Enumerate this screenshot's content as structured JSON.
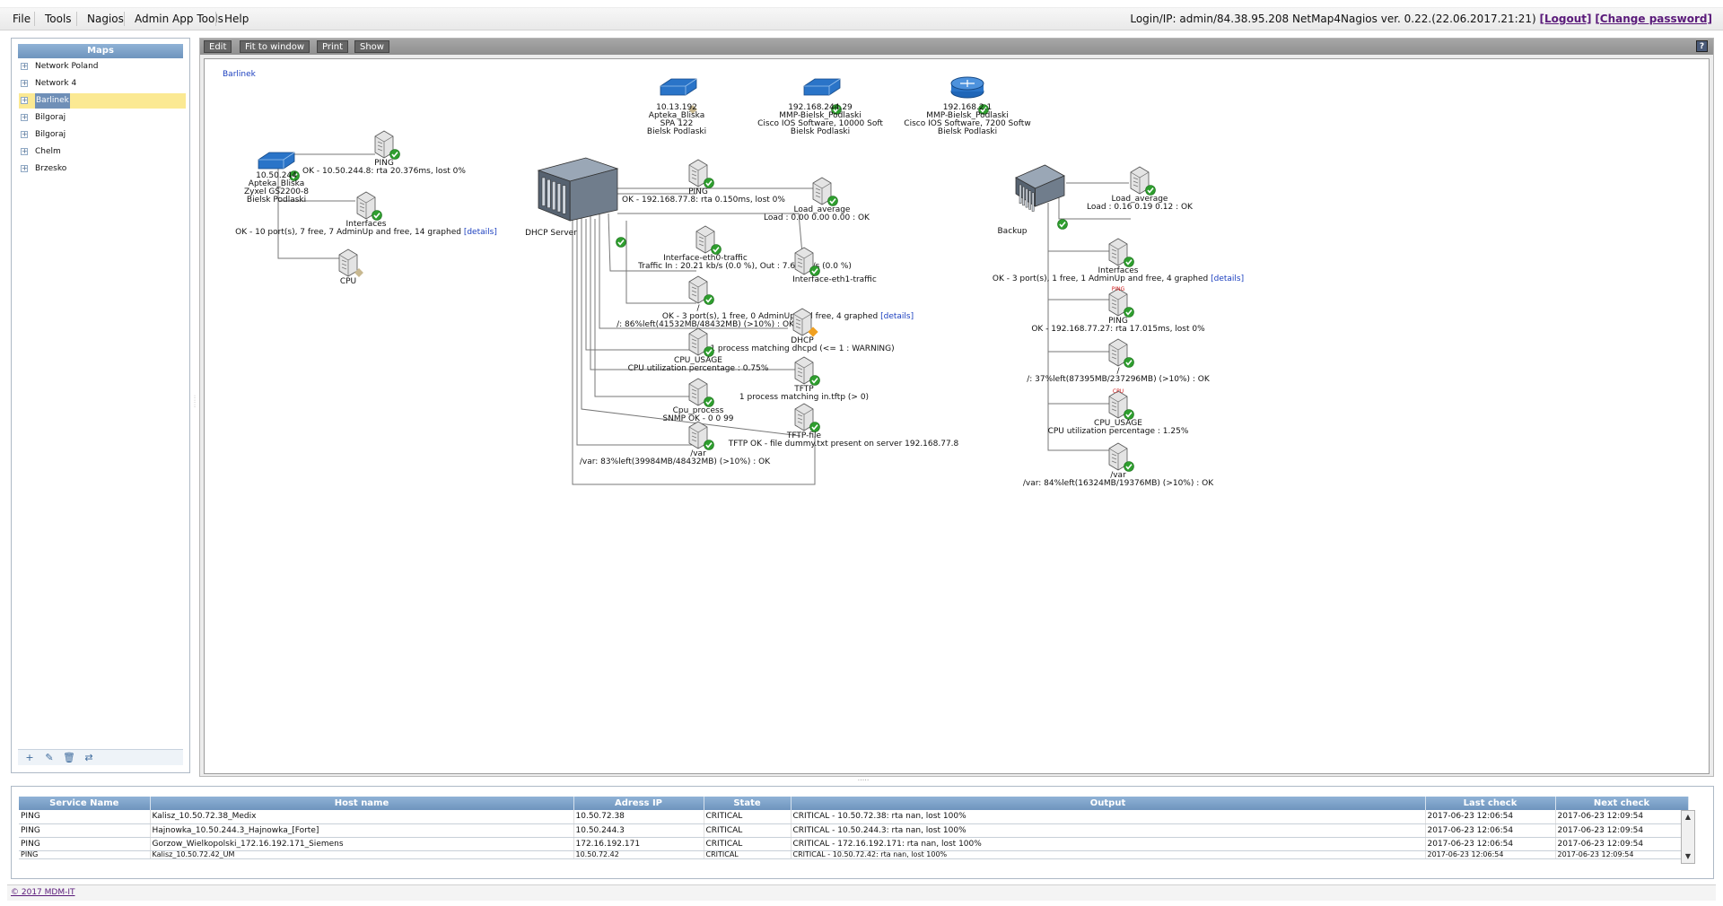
{
  "menu": {
    "items": [
      "File",
      "Tools",
      "Nagios",
      "Admin App Tools",
      "Help"
    ]
  },
  "login": {
    "text": "Login/IP: admin/84.38.95.208 NetMap4Nagios ver. 0.22.(22.06.2017.21:21)",
    "logout": "[Logout]",
    "change_password": "[Change password]"
  },
  "sidebar": {
    "title": "Maps",
    "items": [
      "Network Poland",
      "Network 4",
      "Barlinek",
      "Bilgoraj",
      "Bilgoraj",
      "Chelm",
      "Brzesko"
    ],
    "selected": "Barlinek"
  },
  "toolbar": {
    "edit": "Edit",
    "fit": "Fit to window",
    "print": "Print",
    "show": "Show",
    "help": "?"
  },
  "map": {
    "name": "Barlinek",
    "nodes": [
      {
        "id": "sw-top-1",
        "kind": "switch",
        "lines": [
          "10.13.192",
          "Apteka_Bliska",
          "SPA 122",
          "Bielsk Podlaski"
        ],
        "status": "unknown"
      },
      {
        "id": "sw-top-2",
        "kind": "switch",
        "lines": [
          "192.168.244.29",
          "MMP-Bielsk_Podlaski",
          "Cisco IOS Software, 10000 Soft",
          "Bielsk Podlaski"
        ],
        "status": "ok"
      },
      {
        "id": "router-top",
        "kind": "router",
        "lines": [
          "192.168.2.1",
          "MMP-Bielsk_Podlaski",
          "Cisco IOS Software, 7200 Softw",
          "Bielsk Podlaski"
        ],
        "status": "ok"
      },
      {
        "id": "sw-left",
        "kind": "switch",
        "lines": [
          "10.50.244",
          "Apteka_Bliska",
          "Zyxel GS2200-8",
          "Bielsk Podlaski"
        ],
        "status": "ok"
      },
      {
        "id": "svc-ping-left",
        "kind": "service",
        "lines": [
          "PING",
          "OK - 10.50.244.8: rta 20.376ms, lost 0%"
        ],
        "status": "ok"
      },
      {
        "id": "svc-if-left",
        "kind": "service",
        "lines": [
          "Interfaces",
          "OK - 10 port(s), 7 free, 7 AdminUp and free, 14 graphed"
        ],
        "link": "[details]",
        "status": "ok"
      },
      {
        "id": "svc-cpu-left",
        "kind": "service",
        "lines": [
          "CPU"
        ],
        "status": "unknown"
      },
      {
        "id": "dhcp-server",
        "kind": "server",
        "lines": [
          "DHCP Server"
        ],
        "status": "ok"
      },
      {
        "id": "svc-ping-dhcp",
        "kind": "service",
        "lines": [
          "PING",
          "OK - 192.168.77.8: rta 0.150ms, lost 0%"
        ],
        "status": "ok"
      },
      {
        "id": "svc-load-dhcp",
        "kind": "service",
        "lines": [
          "Load_average",
          "Load : 0.00 0.00 0.00 : OK"
        ],
        "status": "ok"
      },
      {
        "id": "svc-eth0",
        "kind": "service",
        "lines": [
          "Interface-eth0-traffic",
          "Traffic In : 20.21 kb/s (0.0 %), Out : 7.65 kb/s (0.0 %)"
        ],
        "status": "ok"
      },
      {
        "id": "svc-eth1",
        "kind": "service",
        "lines": [
          "Interface-eth1-traffic"
        ],
        "status": "ok"
      },
      {
        "id": "svc-if-dhcp",
        "kind": "service",
        "lines": [
          "/",
          "OK - 3 port(s), 1 free, 0 AdminUp and free, 4 graphed"
        ],
        "link": "[details]",
        "status": "ok"
      },
      {
        "id": "svc-disk-dhcp",
        "kind": "service",
        "lines": [
          "/: 86%left(41532MB/48432MB) (>10%) : OK"
        ],
        "status": "ok"
      },
      {
        "id": "svc-dhcpd",
        "kind": "service",
        "lines": [
          "DHCP",
          "1 process matching dhcpd (<= 1 : WARNING)"
        ],
        "status": "warning"
      },
      {
        "id": "svc-cpu-usage-dhcp",
        "kind": "service",
        "lines": [
          "CPU_USAGE",
          "CPU utilization percentage : 0.75%"
        ],
        "status": "ok"
      },
      {
        "id": "svc-tftp",
        "kind": "service",
        "lines": [
          "TFTP",
          "1 process matching in.tftp (> 0)"
        ],
        "status": "ok"
      },
      {
        "id": "svc-cpu-process",
        "kind": "service",
        "lines": [
          "Cpu_process",
          "SNMP OK - 0 0 99"
        ],
        "status": "ok"
      },
      {
        "id": "svc-tftp-file",
        "kind": "service",
        "lines": [
          "TFTP-file",
          "TFTP OK - file dummy.txt present on server 192.168.77.8"
        ],
        "status": "ok"
      },
      {
        "id": "svc-var-dhcp",
        "kind": "service",
        "lines": [
          "/var",
          "/var: 83%left(39984MB/48432MB) (>10%) : OK"
        ],
        "status": "ok"
      },
      {
        "id": "backup-server",
        "kind": "server",
        "lines": [
          "Backup"
        ],
        "status": "ok"
      },
      {
        "id": "svc-load-backup",
        "kind": "service",
        "lines": [
          "Load_average",
          "Load : 0.16 0.19 0.12 : OK"
        ],
        "status": "ok"
      },
      {
        "id": "svc-if-backup",
        "kind": "service",
        "lines": [
          "Interfaces",
          "OK - 3 port(s), 1 free, 1 AdminUp and free, 4 graphed"
        ],
        "link": "[details]",
        "status": "ok"
      },
      {
        "id": "svc-ping-backup",
        "kind": "service",
        "lines": [
          "PING",
          "OK - 192.168.77.27: rta 17.015ms, lost 0%"
        ],
        "badge": "PING",
        "status": "ok"
      },
      {
        "id": "svc-disk-backup",
        "kind": "service",
        "lines": [
          "/",
          "/: 37%left(87395MB/237296MB) (>10%) : OK"
        ],
        "status": "ok"
      },
      {
        "id": "svc-cpu-usage-backup",
        "kind": "service",
        "lines": [
          "CPU_USAGE",
          "CPU utilization percentage : 1.25%"
        ],
        "badge": "CPU",
        "status": "ok"
      },
      {
        "id": "svc-var-backup",
        "kind": "service",
        "lines": [
          "/var",
          "/var: 84%left(16324MB/19376MB) (>10%) : OK"
        ],
        "status": "ok"
      }
    ]
  },
  "services": {
    "columns": [
      "Service Name",
      "Host name",
      "Adress IP",
      "State",
      "Output",
      "Last check",
      "Next check"
    ],
    "rows": [
      [
        "PING",
        "Kalisz_10.50.72.38_Medix",
        "10.50.72.38",
        "CRITICAL",
        "CRITICAL - 10.50.72.38: rta nan, lost 100%",
        "2017-06-23 12:06:54",
        "2017-06-23 12:09:54"
      ],
      [
        "PING",
        "Hajnowka_10.50.244.3_Hajnowka_[Forte]",
        "10.50.244.3",
        "CRITICAL",
        "CRITICAL - 10.50.244.3: rta nan, lost 100%",
        "2017-06-23 12:06:54",
        "2017-06-23 12:09:54"
      ],
      [
        "PING",
        "Gorzow_Wielkopolski_172.16.192.171_Siemens",
        "172.16.192.171",
        "CRITICAL",
        "CRITICAL - 172.16.192.171: rta nan, lost 100%",
        "2017-06-23 12:06:54",
        "2017-06-23 12:09:54"
      ],
      [
        "PING",
        "Kalisz_10.50.72.42_UM",
        "10.50.72.42",
        "CRITICAL",
        "CRITICAL - 10.50.72.42: rta nan, lost 100%",
        "2017-06-23 12:06:54",
        "2017-06-23 12:09:54"
      ]
    ]
  },
  "footer": {
    "copyright": "© 2017 MDM-IT"
  },
  "colors": {
    "ok": "#2e9e2e",
    "warning": "#f0a020",
    "unknown": "#c8b890",
    "link": "#1b3fbf",
    "header": "#7a9cc4"
  },
  "icons": [
    "server-icon",
    "switch-icon",
    "router-icon",
    "service-icon",
    "ok-icon",
    "warning-icon"
  ]
}
